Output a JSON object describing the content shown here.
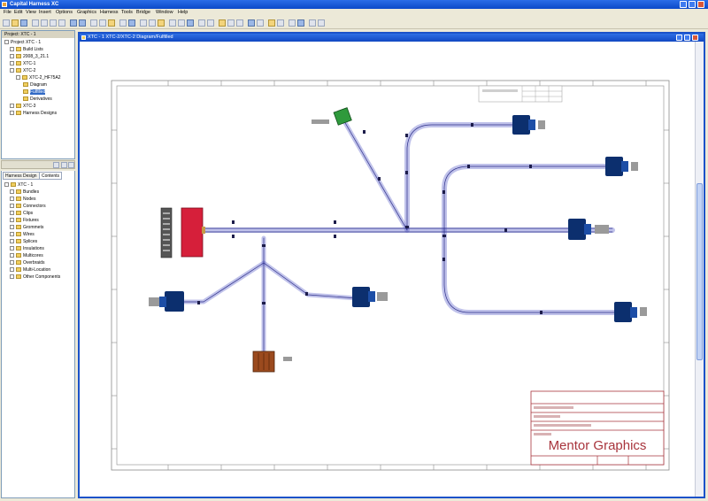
{
  "window": {
    "title": "Capital Harness XC"
  },
  "menu": [
    "File",
    "Edit",
    "View",
    "Insert",
    "Options",
    "Graphics",
    "Harness",
    "Tools",
    "Bridge",
    "Window",
    "Help"
  ],
  "project_panel": {
    "title": "Project: XTC - 1",
    "rows": [
      {
        "label": "Project XTC - 1"
      },
      {
        "label": "Build Lists"
      },
      {
        "label": "2008_3_21.1"
      },
      {
        "label": "XTC-1"
      },
      {
        "label": "XTC-2"
      },
      {
        "label": "XTC-2_HF75A2"
      },
      {
        "label": "Diagram"
      },
      {
        "label": "Fulfilled"
      },
      {
        "label": "Derivatives"
      },
      {
        "label": "XTC-3"
      },
      {
        "label": "Harness Designs"
      }
    ]
  },
  "library_panel": {
    "tabs": [
      "Harness Design",
      "Contents"
    ],
    "rows": [
      {
        "label": "XTC - 1"
      },
      {
        "label": "Bundles"
      },
      {
        "label": "Nodes"
      },
      {
        "label": "Connectors"
      },
      {
        "label": "Clips"
      },
      {
        "label": "Fixtures"
      },
      {
        "label": "Grommets"
      },
      {
        "label": "Wires"
      },
      {
        "label": "Splices"
      },
      {
        "label": "Insulations"
      },
      {
        "label": "Multicores"
      },
      {
        "label": "Overbraids"
      },
      {
        "label": "Multi-Location"
      },
      {
        "label": "Other Components"
      }
    ]
  },
  "document": {
    "title": "XTC - 1 XTC-2/XTC-2 Diagram/Fulfilled"
  },
  "title_block": {
    "company": "Mentor Graphics"
  },
  "colors": {
    "xp_blue": "#1b52c9",
    "bundle": "#7b7fcf",
    "connector_dark": "#0c2f6e",
    "connector_red": "#d61f3a",
    "connector_green": "#2f9a3c",
    "connector_brown": "#9b4a1e",
    "titleblock_line": "#a8343c"
  }
}
